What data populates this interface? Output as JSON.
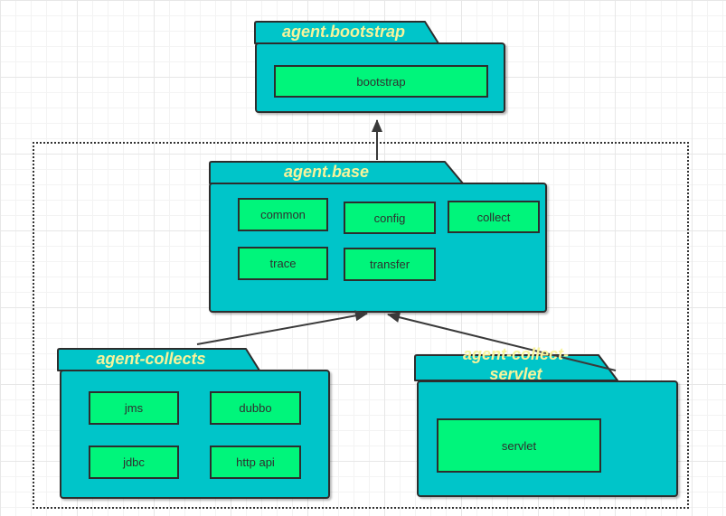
{
  "diagram": {
    "packages": {
      "bootstrap": {
        "title": "agent.bootstrap",
        "modules": {
          "bootstrap": "bootstrap"
        }
      },
      "base": {
        "title": "agent.base",
        "modules": {
          "common": "common",
          "config": "config",
          "collect": "collect",
          "trace": "trace",
          "transfer": "transfer"
        }
      },
      "collects": {
        "title": "agent-collects",
        "modules": {
          "jms": "jms",
          "dubbo": "dubbo",
          "jdbc": "jdbc",
          "http_api": "http api"
        }
      },
      "servlet": {
        "title_line1": "agent-collect-",
        "title_line2": "servlet",
        "modules": {
          "servlet": "servlet"
        }
      }
    },
    "relations": [
      {
        "from": "agent.base",
        "to": "agent.bootstrap"
      },
      {
        "from": "agent-collects",
        "to": "agent.base"
      },
      {
        "from": "agent-collect-servlet",
        "to": "agent.base"
      }
    ],
    "colors": {
      "package_fill": "#00C5C9",
      "module_fill": "#00F57B",
      "title_text": "#F8F39B",
      "border": "#2D2D2D",
      "arrow": "#3A3A3A"
    }
  }
}
